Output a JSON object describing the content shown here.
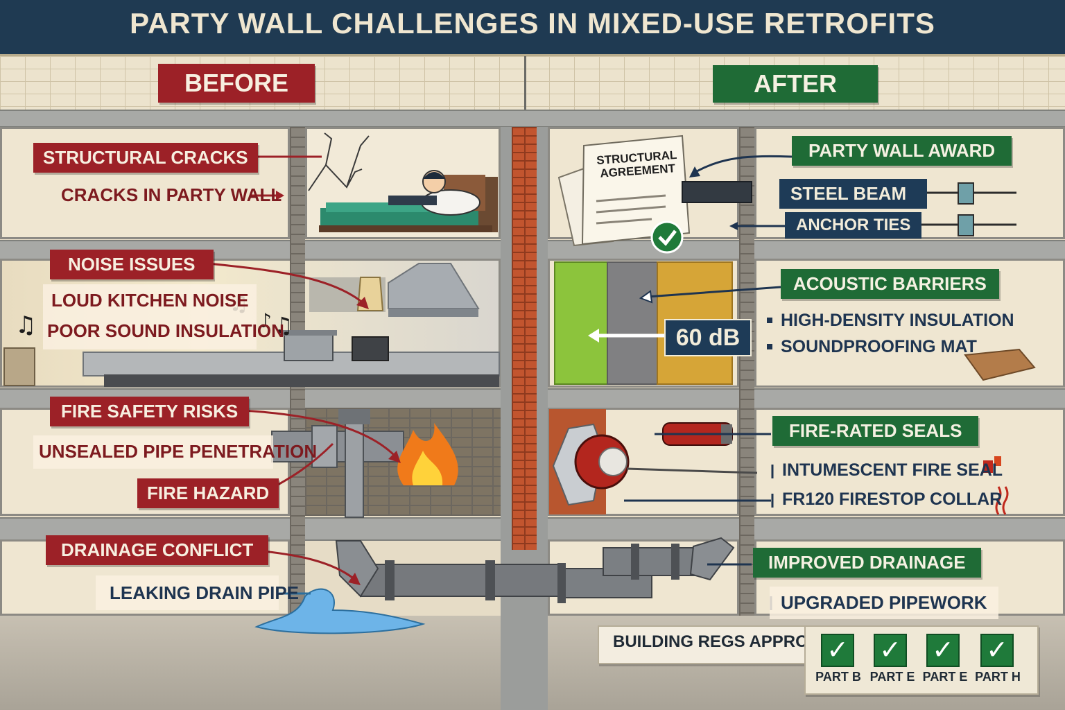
{
  "title": "PARTY WALL CHALLENGES IN MIXED-USE RETROFITS",
  "before": {
    "heading": "BEFORE",
    "structural": {
      "title": "STRUCTURAL CRACKS",
      "detail": "CRACKS IN PARTY WALL"
    },
    "noise": {
      "title": "NOISE ISSUES",
      "items": [
        "LOUD KITCHEN NOISE",
        "POOR SOUND INSULATION"
      ]
    },
    "fire": {
      "title": "FIRE SAFETY RISKS",
      "items": [
        "UNSEALED PIPE PENETRATION",
        "FIRE HAZARD"
      ]
    },
    "drainage": {
      "title": "DRAINAGE CONFLICT",
      "detail": "LEAKING DRAIN PIPE"
    }
  },
  "after": {
    "heading": "AFTER",
    "agreement": {
      "title": "STRUCTURAL AGREEMENT"
    },
    "structural": {
      "title": "PARTY WALL AWARD",
      "items": [
        "STEEL BEAM",
        "ANCHOR TIES"
      ]
    },
    "acoustic": {
      "title": "ACOUSTIC BARRIERS",
      "rating": "60 dB",
      "items": [
        "HIGH-DENSITY INSULATION",
        "SOUNDPROOFING MAT"
      ]
    },
    "fire": {
      "title": "FIRE-RATED SEALS",
      "items": [
        "INTUMESCENT FIRE SEAL",
        "FR120 FIRESTOP COLLAR"
      ]
    },
    "drainage": {
      "title": "IMPROVED DRAINAGE",
      "detail": "UPGRADED PIPEWORK"
    },
    "approval": {
      "title": "BUILDING REGS APPROVED",
      "parts": [
        "PART B",
        "PART E",
        "PART E",
        "PART H"
      ]
    }
  },
  "colors": {
    "before_accent": "#9c2127",
    "after_accent": "#1f6b36",
    "navy": "#1e3b57"
  }
}
